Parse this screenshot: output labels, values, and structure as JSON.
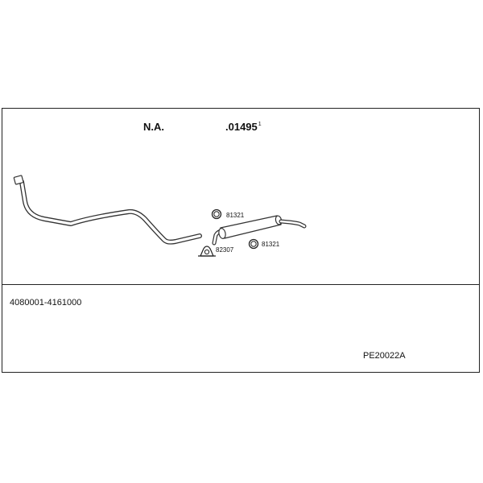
{
  "header": {
    "na_label": "N.A.",
    "part_number": ".01495",
    "part_superscript": "1"
  },
  "footer": {
    "serial_range": "4080001-4161000",
    "kit_code": "PE20022A"
  },
  "parts": {
    "ring_top_label": "81321",
    "ring_bottom_label": "81321",
    "clamp_label": "82307"
  }
}
